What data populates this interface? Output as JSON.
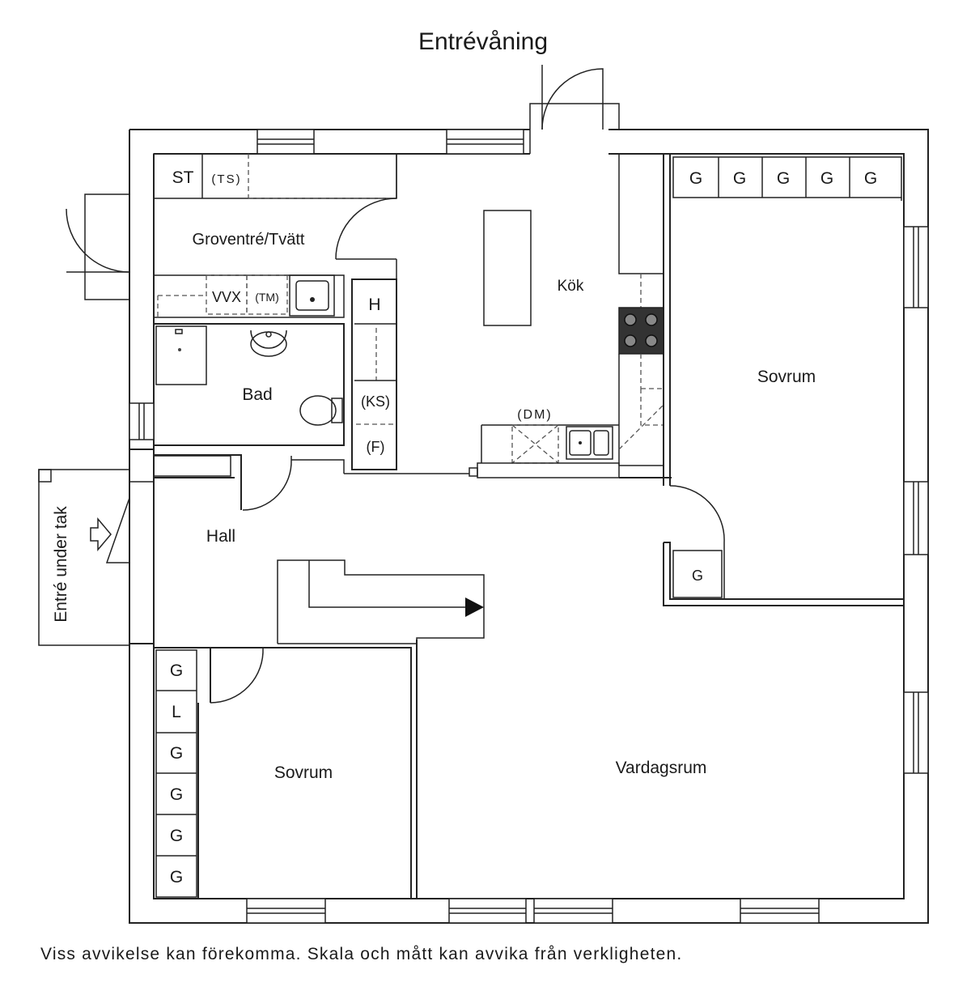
{
  "title": "Entrévåning",
  "disclaimer": "Viss avvikelse kan förekomma. Skala och mått kan avvika från verkligheten.",
  "rooms": {
    "groventre": "Groventré/Tvätt",
    "kok": "Kök",
    "bad": "Bad",
    "hall": "Hall",
    "sovrum_right": "Sovrum",
    "sovrum_left": "Sovrum",
    "vardagsrum": "Vardagsrum"
  },
  "entrance": "Entré under tak",
  "appliances": {
    "st": "ST",
    "ts": "(TS)",
    "vvx": "VVX",
    "tm": "(TM)",
    "h": "H",
    "ks": "(KS)",
    "f": "(F)",
    "dm": "(DM)"
  },
  "wardrobes": {
    "top": [
      "G",
      "G",
      "G",
      "G",
      "G"
    ],
    "right_small": "G",
    "left": [
      "G",
      "L",
      "G",
      "G",
      "G",
      "G"
    ]
  },
  "icons": {
    "stove": "stove-icon",
    "entry_arrow": "entry-arrow-icon",
    "stair_arrow": "stair-arrow-icon"
  }
}
